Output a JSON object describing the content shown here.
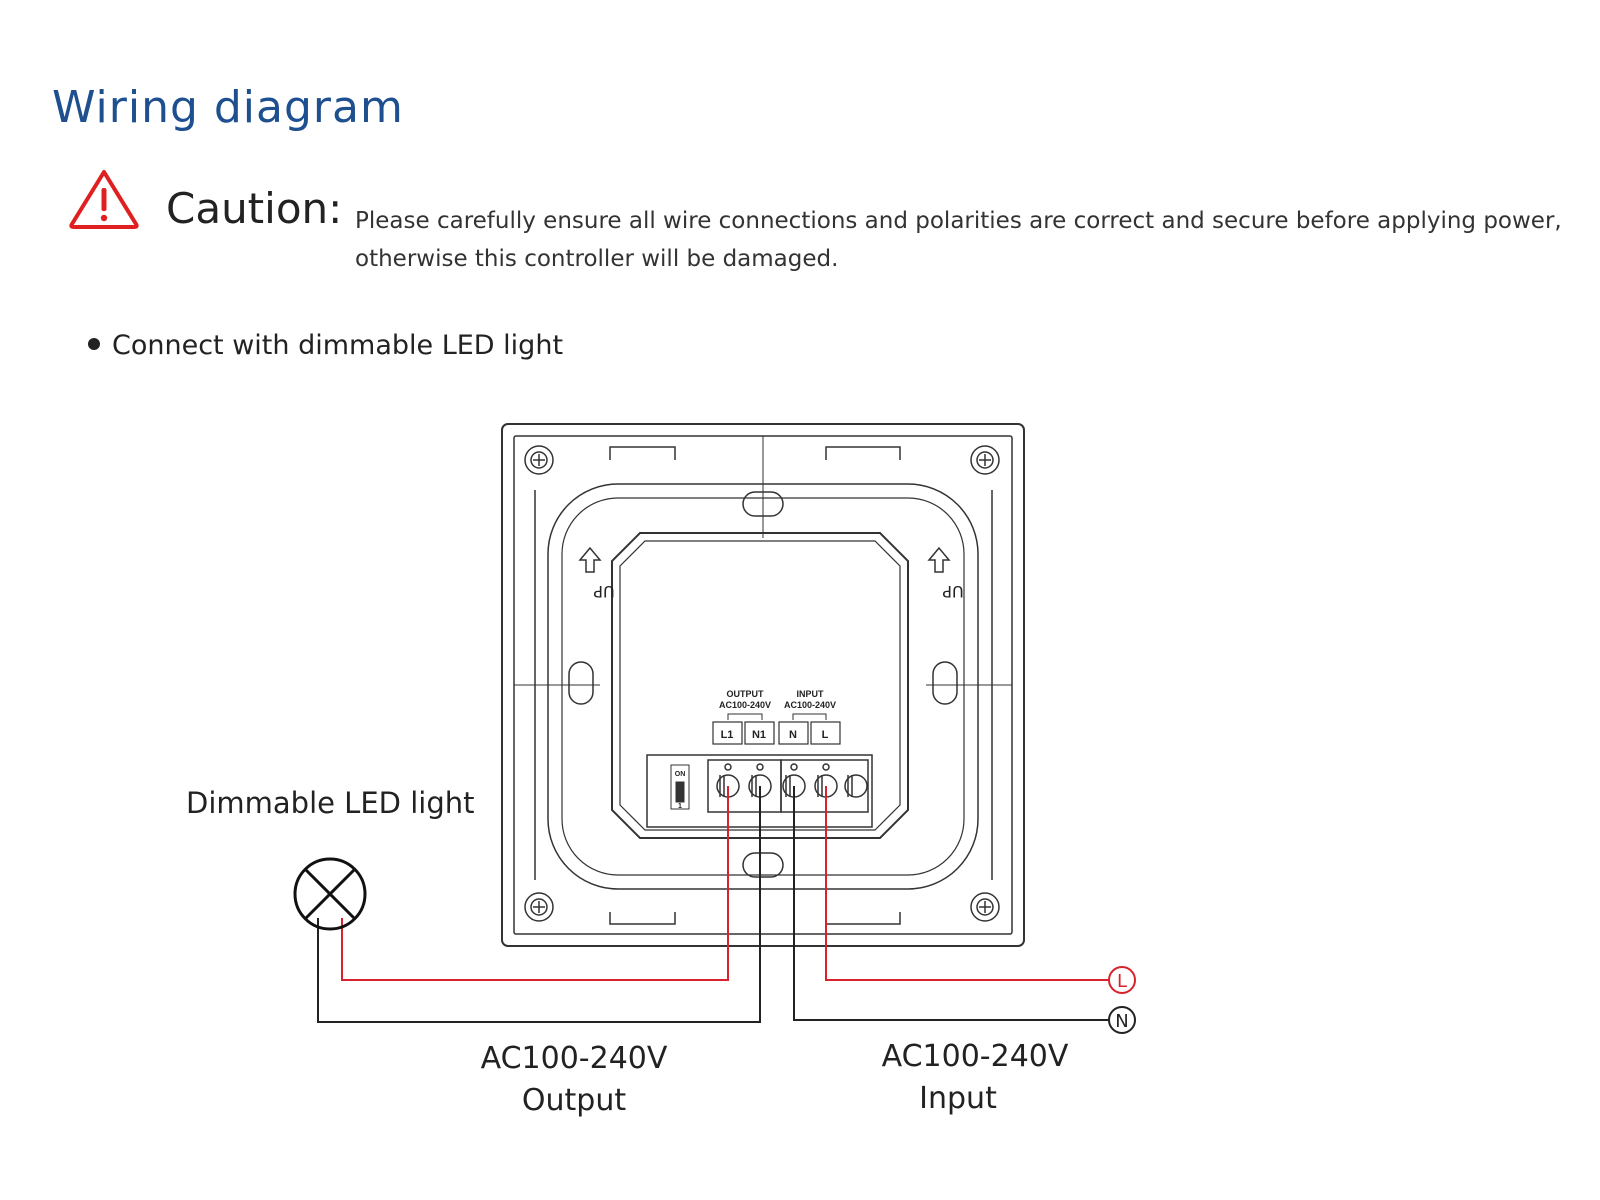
{
  "title": "Wiring diagram",
  "caution": {
    "label": "Caution:",
    "line1": "Please carefully ensure all wire connections and polarities are correct and secure before applying power,",
    "line2": "otherwise this controller will be damaged.",
    "icon": "warning-triangle-icon",
    "icon_color": "#e02020"
  },
  "section": {
    "heading": "Connect with dimmable LED light"
  },
  "device": {
    "up_left": "UP",
    "up_right": "UP",
    "output_group_title": "OUTPUT",
    "output_group_voltage": "AC100-240V",
    "input_group_title": "INPUT",
    "input_group_voltage": "AC100-240V",
    "terminals": [
      "L1",
      "N1",
      "N",
      "L"
    ],
    "dip_on": "ON",
    "dip_num": "1"
  },
  "lamp_label": "Dimmable LED light",
  "line_labels": {
    "live": "L",
    "neutral": "N"
  },
  "output_label": {
    "line1": "AC100-240V",
    "line2": "Output"
  },
  "input_label": {
    "line1": "AC100-240V",
    "line2": "Input"
  },
  "colors": {
    "title": "#1e4f8f",
    "live_wire": "#d8222e",
    "neutral_wire": "#222222",
    "device_stroke": "#333333"
  }
}
